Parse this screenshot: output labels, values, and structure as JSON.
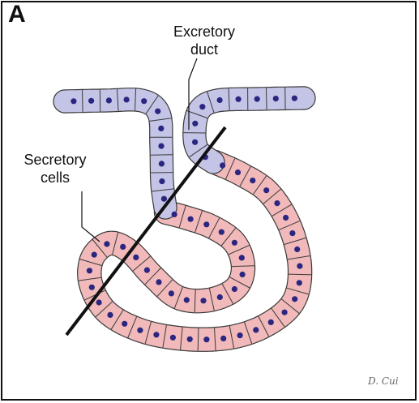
{
  "panel_label": "A",
  "labels": {
    "excretory": [
      "Excretory",
      "duct"
    ],
    "secretory": [
      "Secretory",
      "cells"
    ]
  },
  "signature": "D. Cui",
  "colors": {
    "excretory_cell": "#c4c4e6",
    "secretory_cell": "#f1b9b9",
    "nucleus": "#2b2680",
    "outline": "#3a3a3a",
    "section_line": "#111111"
  }
}
